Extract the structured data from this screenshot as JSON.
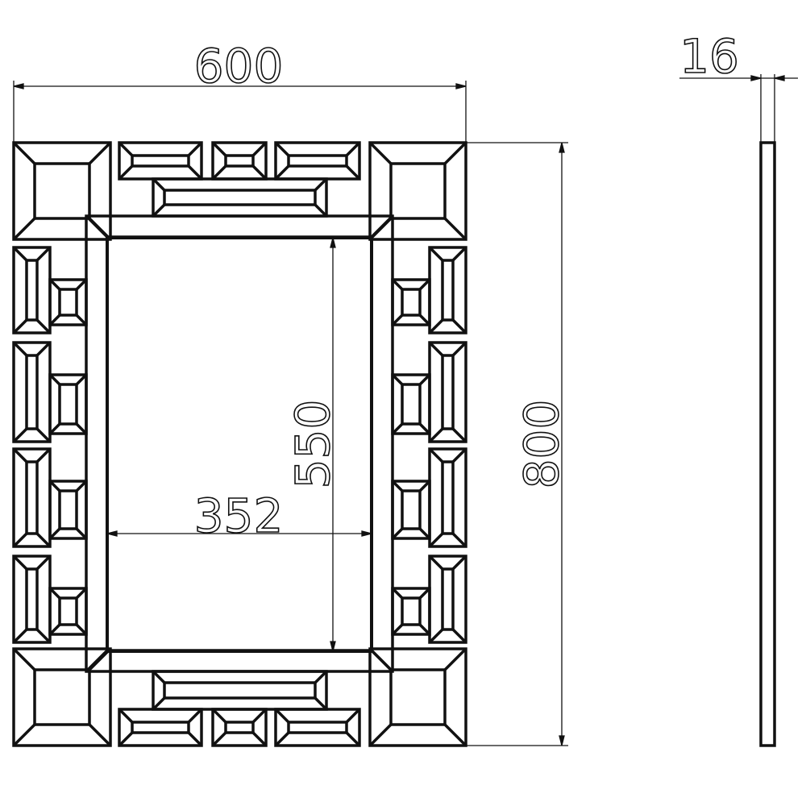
{
  "dimensions": {
    "overall_width": "600",
    "overall_height": "800",
    "mirror_width": "352",
    "mirror_height": "550",
    "thickness": "16"
  },
  "colors": {
    "line": "#111111",
    "background": "#ffffff"
  }
}
